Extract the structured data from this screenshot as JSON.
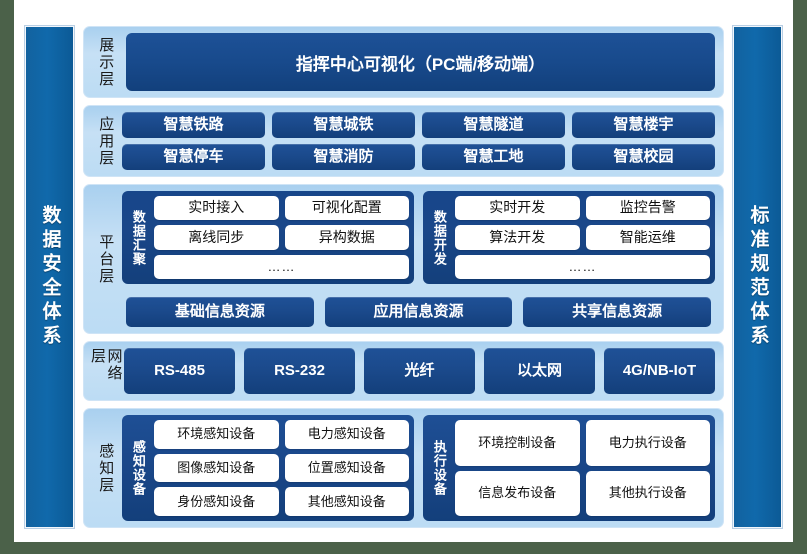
{
  "left_pillar": {
    "label": "数据安全体系"
  },
  "right_pillar": {
    "label": "标准规范体系"
  },
  "layers": {
    "presentation": {
      "label": "展示层",
      "banner": "指挥中心可视化（PC端/移动端）"
    },
    "application": {
      "label": "应用层",
      "row1": [
        "智慧铁路",
        "智慧城铁",
        "智慧隧道",
        "智慧楼宇"
      ],
      "row2": [
        "智慧停车",
        "智慧消防",
        "智慧工地",
        "智慧校园"
      ]
    },
    "platform": {
      "label": "平台层",
      "groups": [
        {
          "title": "数据汇聚",
          "row1": [
            "实时接入",
            "可视化配置"
          ],
          "row2": [
            "离线同步",
            "异构数据"
          ],
          "row3": [
            "……"
          ]
        },
        {
          "title": "数据开发",
          "row1": [
            "实时开发",
            "监控告警"
          ],
          "row2": [
            "算法开发",
            "智能运维"
          ],
          "row3": [
            "……"
          ]
        }
      ],
      "resources": [
        "基础信息资源",
        "应用信息资源",
        "共享信息资源"
      ]
    },
    "network": {
      "label": "网络层",
      "items": [
        "RS-485",
        "RS-232",
        "光纤",
        "以太网",
        "4G/NB-IoT"
      ]
    },
    "sensing": {
      "label": "感知层",
      "groups": [
        {
          "title": "感知设备",
          "row1": [
            "环境感知设备",
            "电力感知设备"
          ],
          "row2": [
            "图像感知设备",
            "位置感知设备"
          ],
          "row3": [
            "身份感知设备",
            "其他感知设备"
          ]
        },
        {
          "title": "执行设备",
          "row1": [
            "环境控制设备",
            "电力执行设备"
          ],
          "row2": [
            "信息发布设备",
            "其他执行设备"
          ]
        }
      ]
    }
  },
  "colors": {
    "page_background": "#4b6149",
    "panel": "#ffffff",
    "pillar_blue": "#1069ab",
    "button_blue": "#1b4a8c",
    "layer_light_blue": "#bcdcf4",
    "chip_white": "#ffffff"
  }
}
